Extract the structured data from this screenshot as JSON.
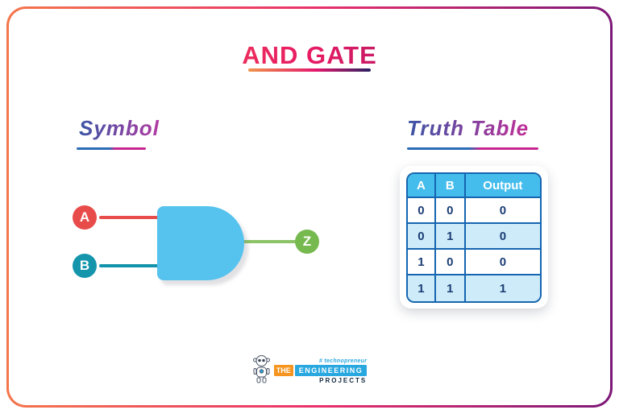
{
  "page": {
    "title": "AND GATE"
  },
  "symbol_section": {
    "heading": "Symbol",
    "inputs": [
      {
        "label": "A",
        "color": "#E84C4A"
      },
      {
        "label": "B",
        "color": "#1495AC"
      }
    ],
    "output": {
      "label": "Z",
      "color": "#76B94F"
    },
    "gate": {
      "type": "AND",
      "color": "#56C2EE"
    }
  },
  "truth_table_section": {
    "heading": "Truth Table",
    "columns": [
      "A",
      "B",
      "Output"
    ],
    "rows": [
      [
        "0",
        "0",
        "0"
      ],
      [
        "0",
        "1",
        "0"
      ],
      [
        "1",
        "0",
        "0"
      ],
      [
        "1",
        "1",
        "1"
      ]
    ],
    "header_bg": "#45BDEC",
    "alt_row_bg": "#CDEBF9",
    "border_color": "#1565B0",
    "text_color": "#1B3D74"
  },
  "footer_logo": {
    "tagline": "# technopreneur",
    "brand_the": "THE",
    "brand_engineering": "ENGINEERING",
    "brand_projects": "PROJECTS"
  },
  "frame": {
    "gradient_left": "#F4764B",
    "gradient_right": "#7D1878"
  }
}
